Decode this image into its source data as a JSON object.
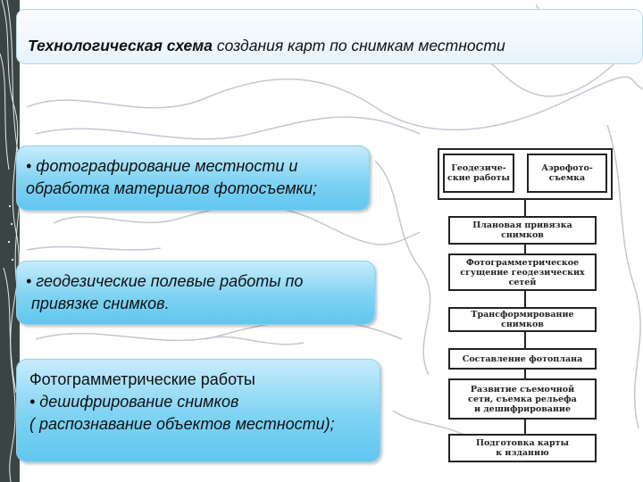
{
  "title": {
    "bold": "Технологическая схема",
    "rest": " создания карт по снимкам местности"
  },
  "bullets": {
    "photo_line1": "• фотографирование местности и",
    "photo_line2": "обработка материалов фотосъемки;",
    "geo_line1": "• геодезические полевые работы по",
    "geo_line2": "привязке снимков.",
    "photogram_heading": "Фотограмметрические работы",
    "photogram_line1": "• дешифрирование снимков",
    "photogram_line2": "( распознавание объектов местности);"
  },
  "flowchart": {
    "geodetic_line1": "Геодезиче-",
    "geodetic_line2": "ские работы",
    "aerial_line1": "Аэрофото-",
    "aerial_line2": "съемка",
    "planned_tie_line1": "Плановая привязка",
    "planned_tie_line2": "снимков",
    "densification_line1": "Фотограмметрическое",
    "densification_line2": "сгущение геодезических",
    "densification_line3": "сетей",
    "transform_line1": "Трансформирование",
    "transform_line2": "снимков",
    "photoplan": "Составление фотоплана",
    "development_line1": "Развитие съемочной",
    "development_line2": "сети, съемка рельефа",
    "development_line3": "и дешифрирование",
    "publishing_line1": "Подготовка карты",
    "publishing_line2": "к изданию"
  },
  "colors": {
    "bubble_fill": "#7fd3f3",
    "title_fill": "#eef6fc",
    "contour_lines": "#c3c7cf"
  }
}
